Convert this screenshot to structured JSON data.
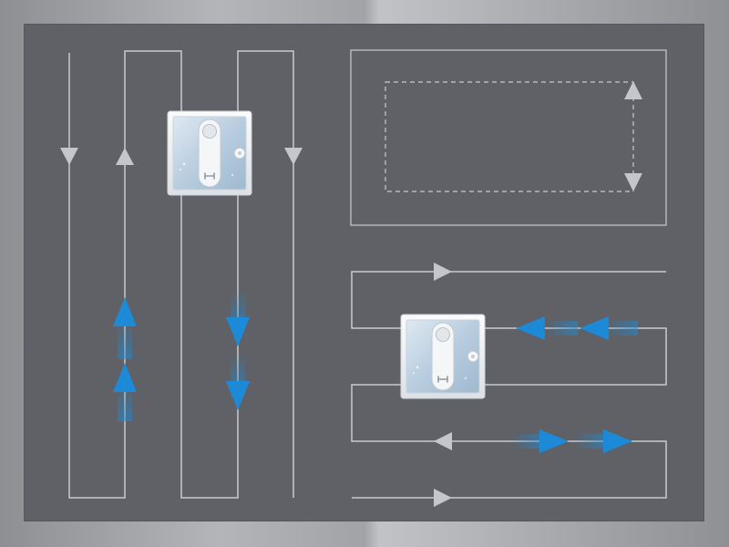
{
  "colors": {
    "frame": "#a6a7aa",
    "panel": "#5f6166",
    "path_line": "#c9cbce",
    "gray_arrow": "#c4c6c9",
    "blue_arrow": "#1c8ad6",
    "robot_body": "#e9ecef",
    "robot_glass": "#b9cfe0"
  },
  "diagram": {
    "left_pattern": "vertical-zigzag",
    "top_right_pattern": "perimeter-rectangle",
    "bottom_right_pattern": "horizontal-zigzag",
    "robots": [
      "window-cleaning-robot",
      "window-cleaning-robot"
    ],
    "icons": [
      "arrow-down-icon",
      "arrow-up-icon",
      "double-arrow-icon",
      "arrow-right-icon",
      "arrow-left-icon"
    ]
  }
}
